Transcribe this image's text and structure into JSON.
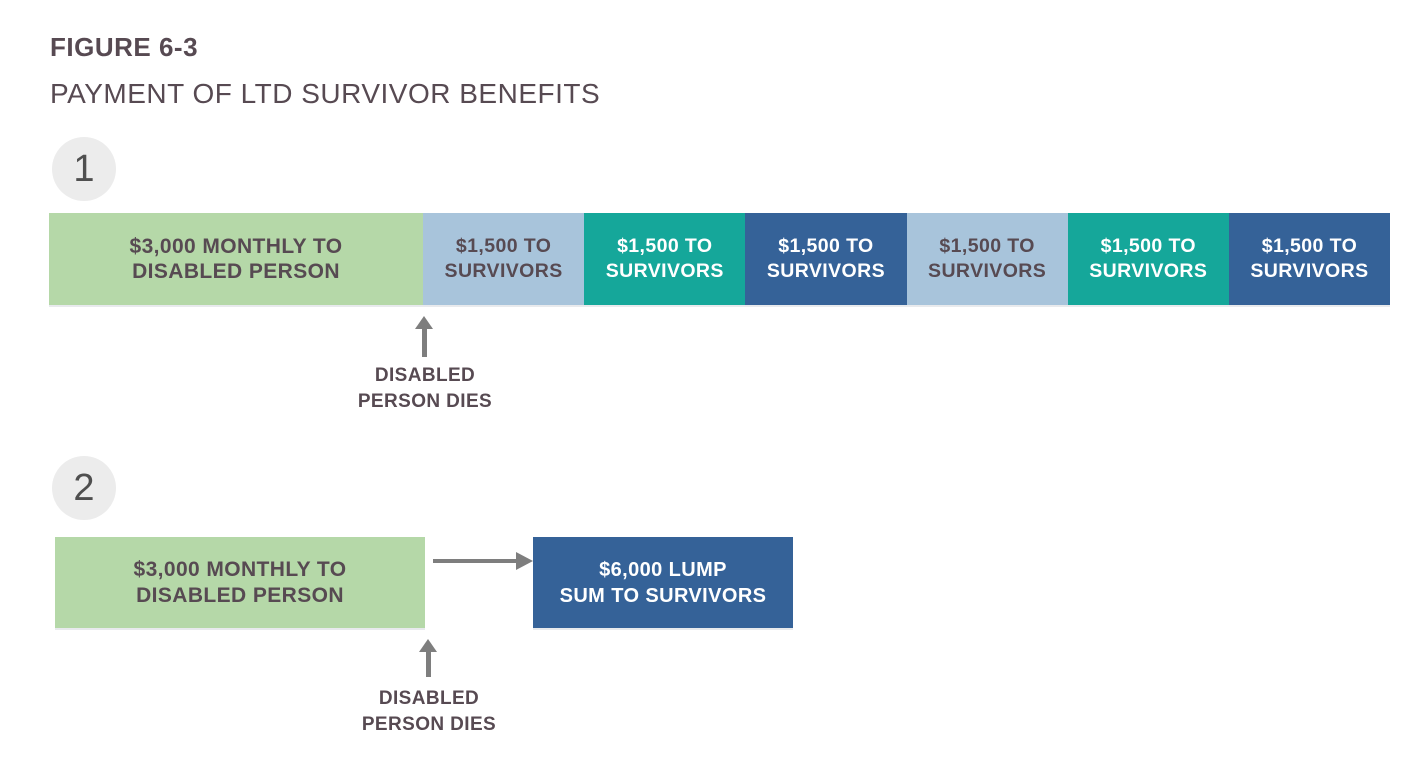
{
  "figure": {
    "label": "FIGURE 6-3",
    "title": "PAYMENT OF LTD SURVIVOR BENEFITS"
  },
  "colors": {
    "green": "#b5d8a8",
    "light_blue": "#a8c4db",
    "teal": "#15a79a",
    "dark_blue": "#356298",
    "text_dark": "#574a52",
    "white": "#ffffff",
    "arrow_gray": "#7e7e7e",
    "circle_bg": "#ececec",
    "circle_number": "#4f4f4f"
  },
  "diagram1": {
    "number": "1",
    "bar_segments": [
      {
        "line1": "$3,000 MONTHLY TO",
        "line2": "DISABLED PERSON",
        "fill": "green",
        "text": "text_dark"
      },
      {
        "line1": "$1,500 TO",
        "line2": "SURVIVORS",
        "fill": "light_blue",
        "text": "text_dark"
      },
      {
        "line1": "$1,500 TO",
        "line2": "SURVIVORS",
        "fill": "teal",
        "text": "white"
      },
      {
        "line1": "$1,500 TO",
        "line2": "SURVIVORS",
        "fill": "dark_blue",
        "text": "white"
      },
      {
        "line1": "$1,500 TO",
        "line2": "SURVIVORS",
        "fill": "light_blue",
        "text": "text_dark"
      },
      {
        "line1": "$1,500 TO",
        "line2": "SURVIVORS",
        "fill": "teal",
        "text": "white"
      },
      {
        "line1": "$1,500 TO",
        "line2": "SURVIVORS",
        "fill": "dark_blue",
        "text": "white"
      }
    ],
    "event": {
      "line1": "DISABLED",
      "line2": "PERSON DIES"
    }
  },
  "diagram2": {
    "number": "2",
    "source_box": {
      "line1": "$3,000 MONTHLY TO",
      "line2": "DISABLED PERSON",
      "fill": "green",
      "text": "text_dark"
    },
    "target_box": {
      "line1": "$6,000 LUMP",
      "line2": "SUM TO SURVIVORS",
      "fill": "dark_blue",
      "text": "white"
    },
    "event": {
      "line1": "DISABLED",
      "line2": "PERSON DIES"
    }
  }
}
